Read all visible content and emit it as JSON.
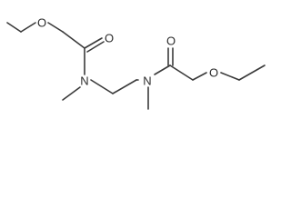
{
  "molecule": {
    "atoms": [
      {
        "id": "o-left-ether",
        "element": "O"
      },
      {
        "id": "o-left-carbonyl",
        "element": "O"
      },
      {
        "id": "n-left",
        "element": "N"
      },
      {
        "id": "n-right",
        "element": "N"
      },
      {
        "id": "o-right-carbonyl",
        "element": "O"
      },
      {
        "id": "o-right-ether",
        "element": "O"
      }
    ]
  }
}
